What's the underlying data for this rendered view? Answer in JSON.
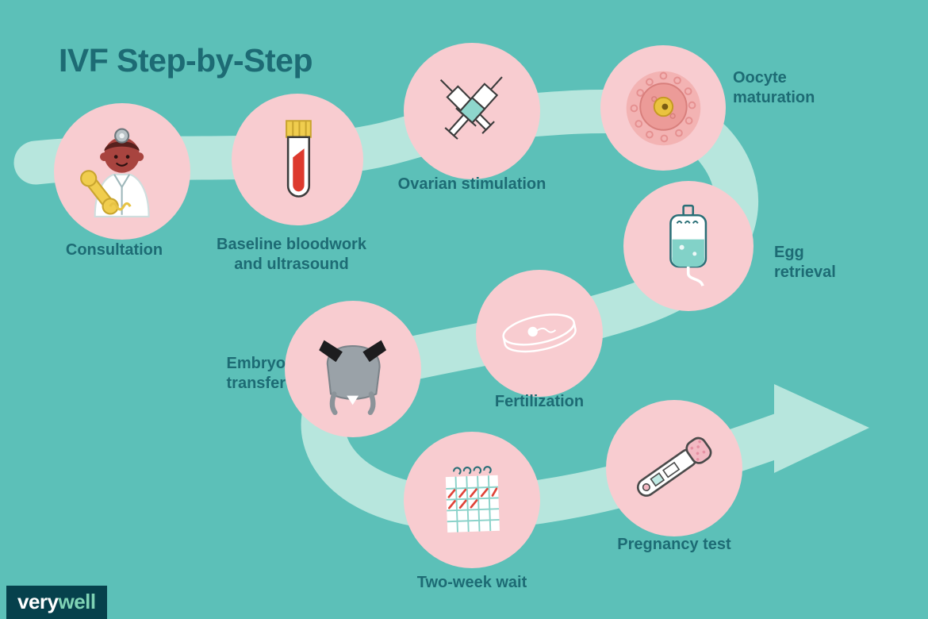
{
  "title": "IVF Step-by-Step",
  "brand": {
    "part1": "very",
    "part2": "well"
  },
  "steps": [
    {
      "id": "consultation",
      "label": "Consultation",
      "icon": "doctor-phone-icon"
    },
    {
      "id": "baseline-bloodwork",
      "label": "Baseline bloodwork\nand ultrasound",
      "icon": "blood-test-tube-icon"
    },
    {
      "id": "ovarian-stimulation",
      "label": "Ovarian stimulation",
      "icon": "syringes-icon"
    },
    {
      "id": "oocyte-maturation",
      "label": "Oocyte\nmaturation",
      "icon": "egg-cell-icon"
    },
    {
      "id": "egg-retrieval",
      "label": "Egg\nretrieval",
      "icon": "iv-bag-icon"
    },
    {
      "id": "fertilization",
      "label": "Fertilization",
      "icon": "petri-dish-icon"
    },
    {
      "id": "embryo-transfer",
      "label": "Embryo\ntransfer",
      "icon": "transfer-equipment-icon"
    },
    {
      "id": "two-week-wait",
      "label": "Two-week wait",
      "icon": "calendar-icon"
    },
    {
      "id": "pregnancy-test",
      "label": "Pregnancy test",
      "icon": "pregnancy-test-icon"
    }
  ],
  "colors": {
    "background": "#5cc0b8",
    "arrow": "#b7e6dd",
    "step_circle": "#f8ccd0",
    "text": "#1d6b74",
    "logo_background": "#06414c",
    "logo_well": "#7fd3b5"
  }
}
